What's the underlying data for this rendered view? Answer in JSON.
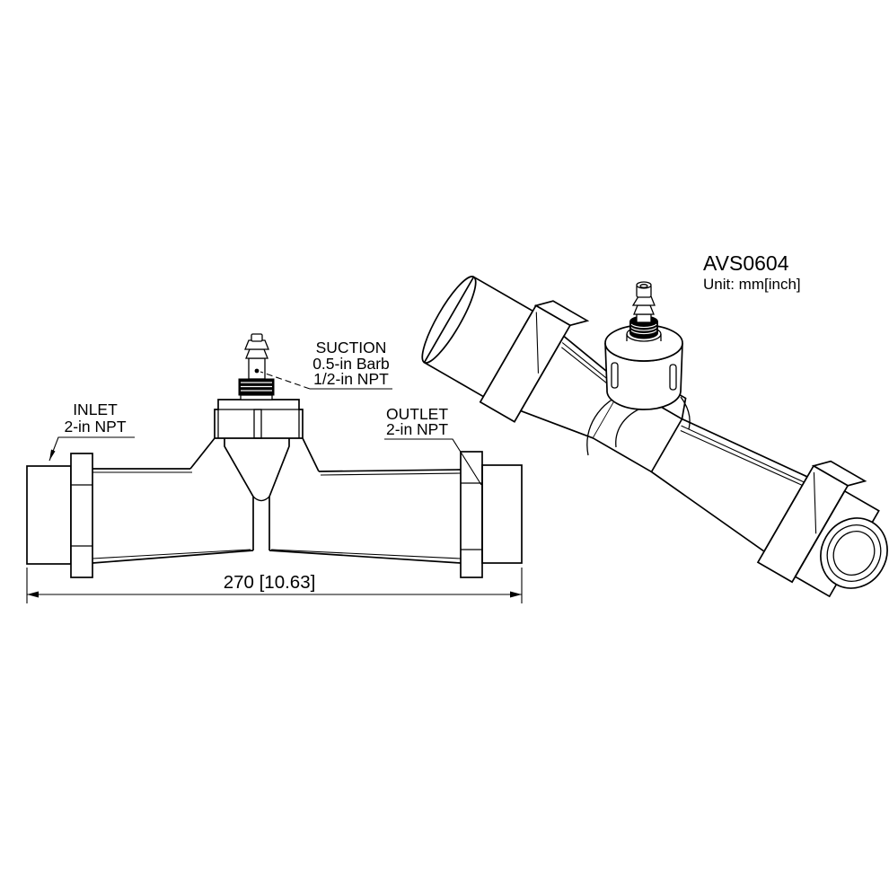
{
  "drawing": {
    "part_number": "AVS0604",
    "unit_note": "Unit: mm[inch]",
    "accent_color": "#1565d0",
    "line_color": "#000000",
    "labels": {
      "inlet_title": "INLET",
      "inlet_spec": "2-in NPT",
      "outlet_title": "OUTLET",
      "outlet_spec": "2-in NPT",
      "suction_title": "SUCTION",
      "suction_spec_barb": "0.5-in Barb",
      "suction_spec_npt": "1/2-in NPT"
    },
    "dimension_overall": "270 [10.63]"
  }
}
